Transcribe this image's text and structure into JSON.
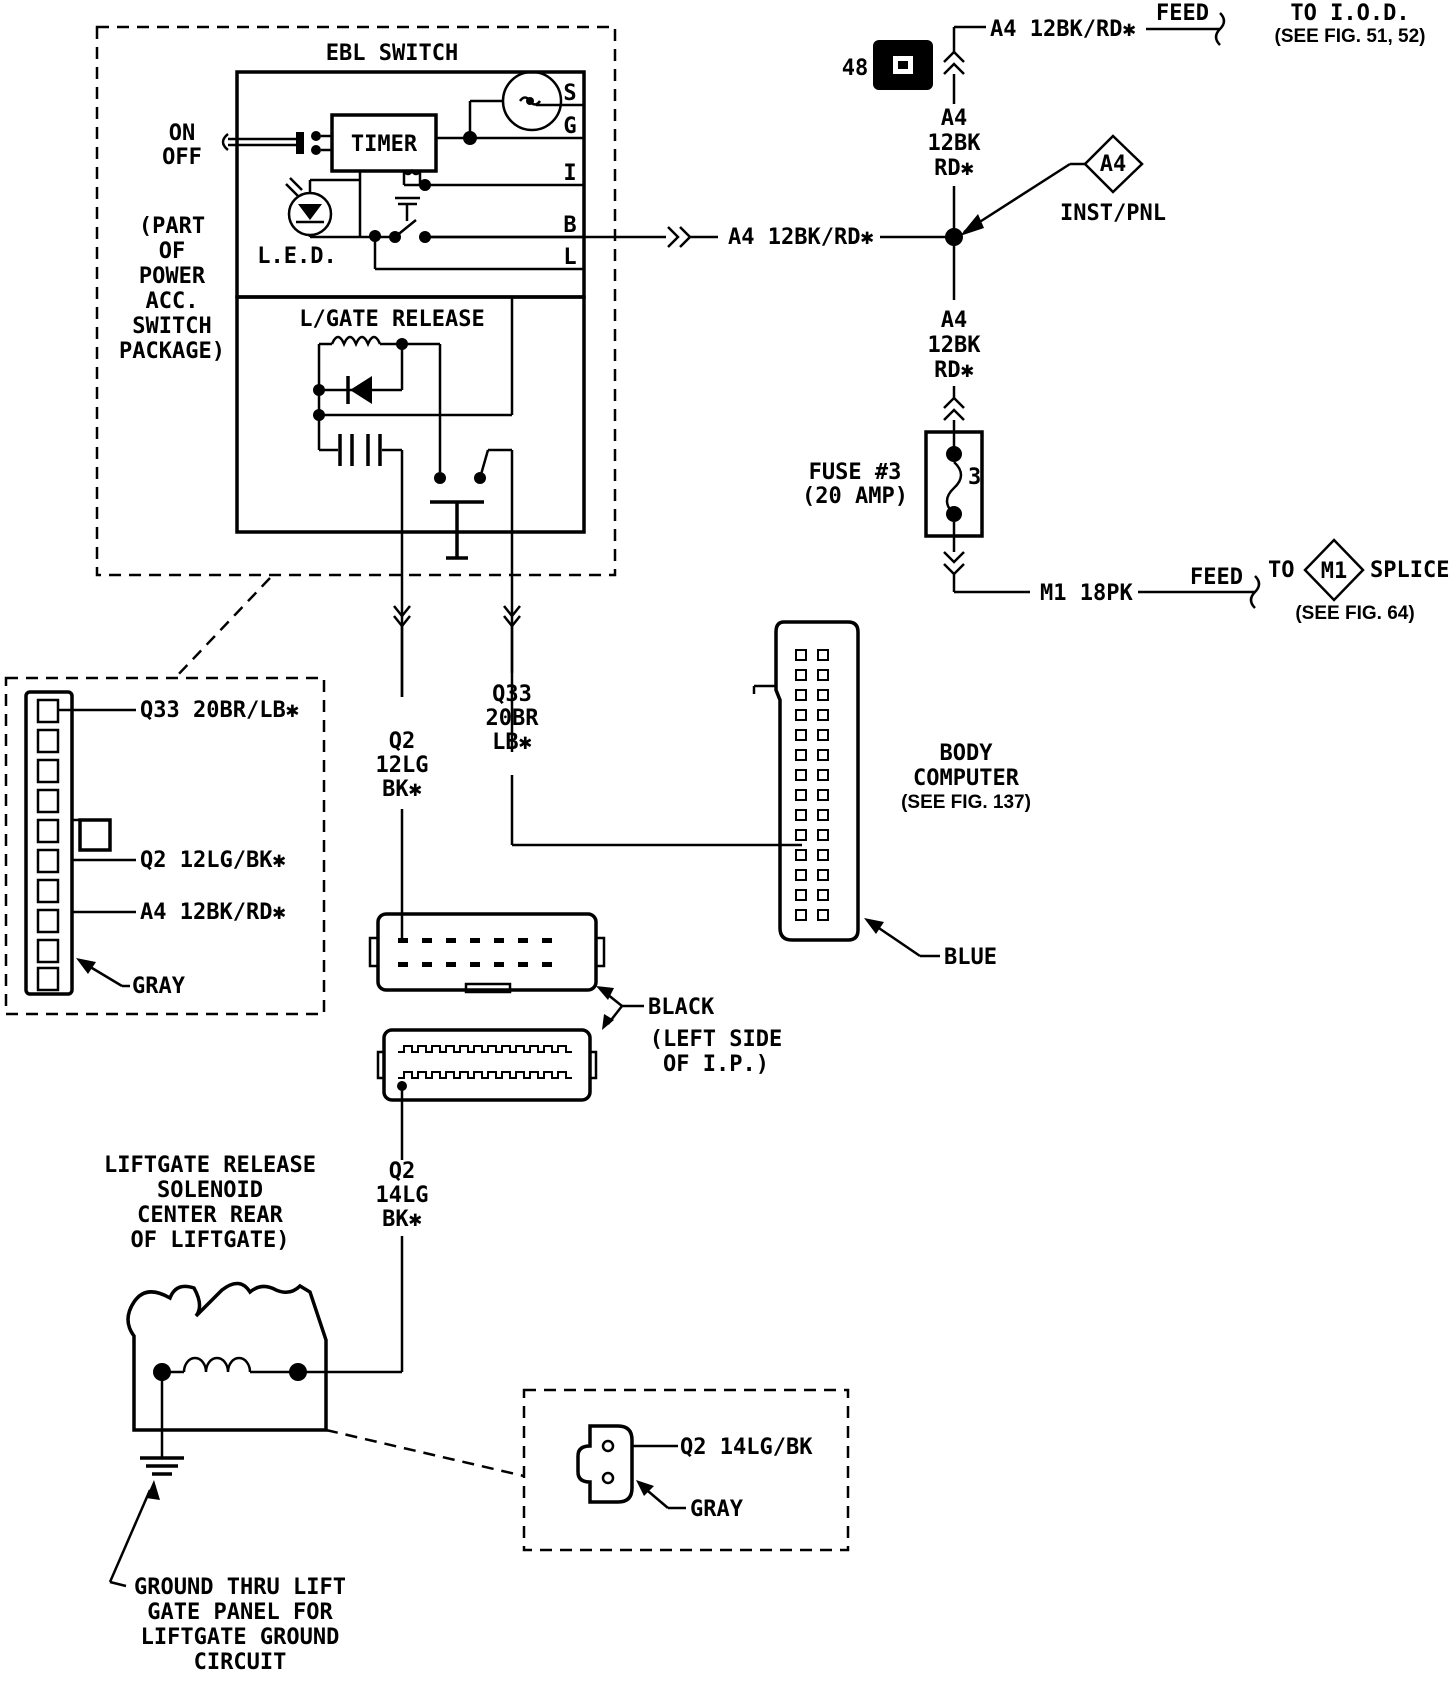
{
  "ebl_switch": {
    "title": "EBL SWITCH",
    "timer": "TIMER",
    "on": "ON",
    "off": "OFF",
    "led": "L.E.D.",
    "terminals": [
      "S",
      "G",
      "I",
      "B",
      "L"
    ],
    "part_of": [
      "(PART",
      "OF",
      "POWER",
      "ACC.",
      "SWITCH",
      "PACKAGE)"
    ],
    "lgate_release": "L/GATE RELEASE"
  },
  "wires": {
    "a4_feed": "A4  12BK/RD✱",
    "feed_top": "FEED",
    "to_iod": "TO I.O.D.",
    "see_fig_51_52": "(SEE FIG. 51, 52)",
    "conn_48": "48",
    "a4_upper": [
      "A4",
      "12BK",
      "RD✱"
    ],
    "inst_pnl_code": "A4",
    "inst_pnl": "INST/PNL",
    "a4_b_terminal": "A4  12BK/RD✱",
    "a4_lower": [
      "A4",
      "12BK",
      "RD✱"
    ],
    "fuse": [
      "FUSE #3",
      "(20 AMP)"
    ],
    "fuse_number": "3",
    "m1": "M1  18PK",
    "feed_bottom": "FEED",
    "to": "TO",
    "splice_code": "M1",
    "splice": "SPLICE",
    "see_fig_64": "(SEE FIG. 64)",
    "q2_12": [
      "Q2",
      "12LG",
      "BK✱"
    ],
    "q33": [
      "Q33",
      "20BR",
      "LB✱"
    ],
    "q2_14": [
      "Q2",
      "14LG",
      "BK✱"
    ]
  },
  "inset_connector": {
    "q33": "Q33  20BR/LB✱",
    "q2": "Q2  12LG/BK✱",
    "a4": "A4  12BK/RD✱",
    "color": "GRAY"
  },
  "body_computer": {
    "label": [
      "BODY",
      "COMPUTER"
    ],
    "see": "(SEE FIG. 137)",
    "color": "BLUE"
  },
  "ip_connector": {
    "color": "BLACK",
    "location": [
      "(LEFT SIDE",
      "OF I.P.)"
    ]
  },
  "solenoid": {
    "label": [
      "LIFTGATE RELEASE",
      "SOLENOID",
      "CENTER REAR",
      "OF LIFTGATE)"
    ]
  },
  "solenoid_connector": {
    "wire": "Q2  14LG/BK",
    "color": "GRAY"
  },
  "ground": {
    "label": [
      "GROUND THRU LIFT",
      "GATE PANEL FOR",
      "LIFTGATE GROUND",
      "CIRCUIT"
    ]
  }
}
